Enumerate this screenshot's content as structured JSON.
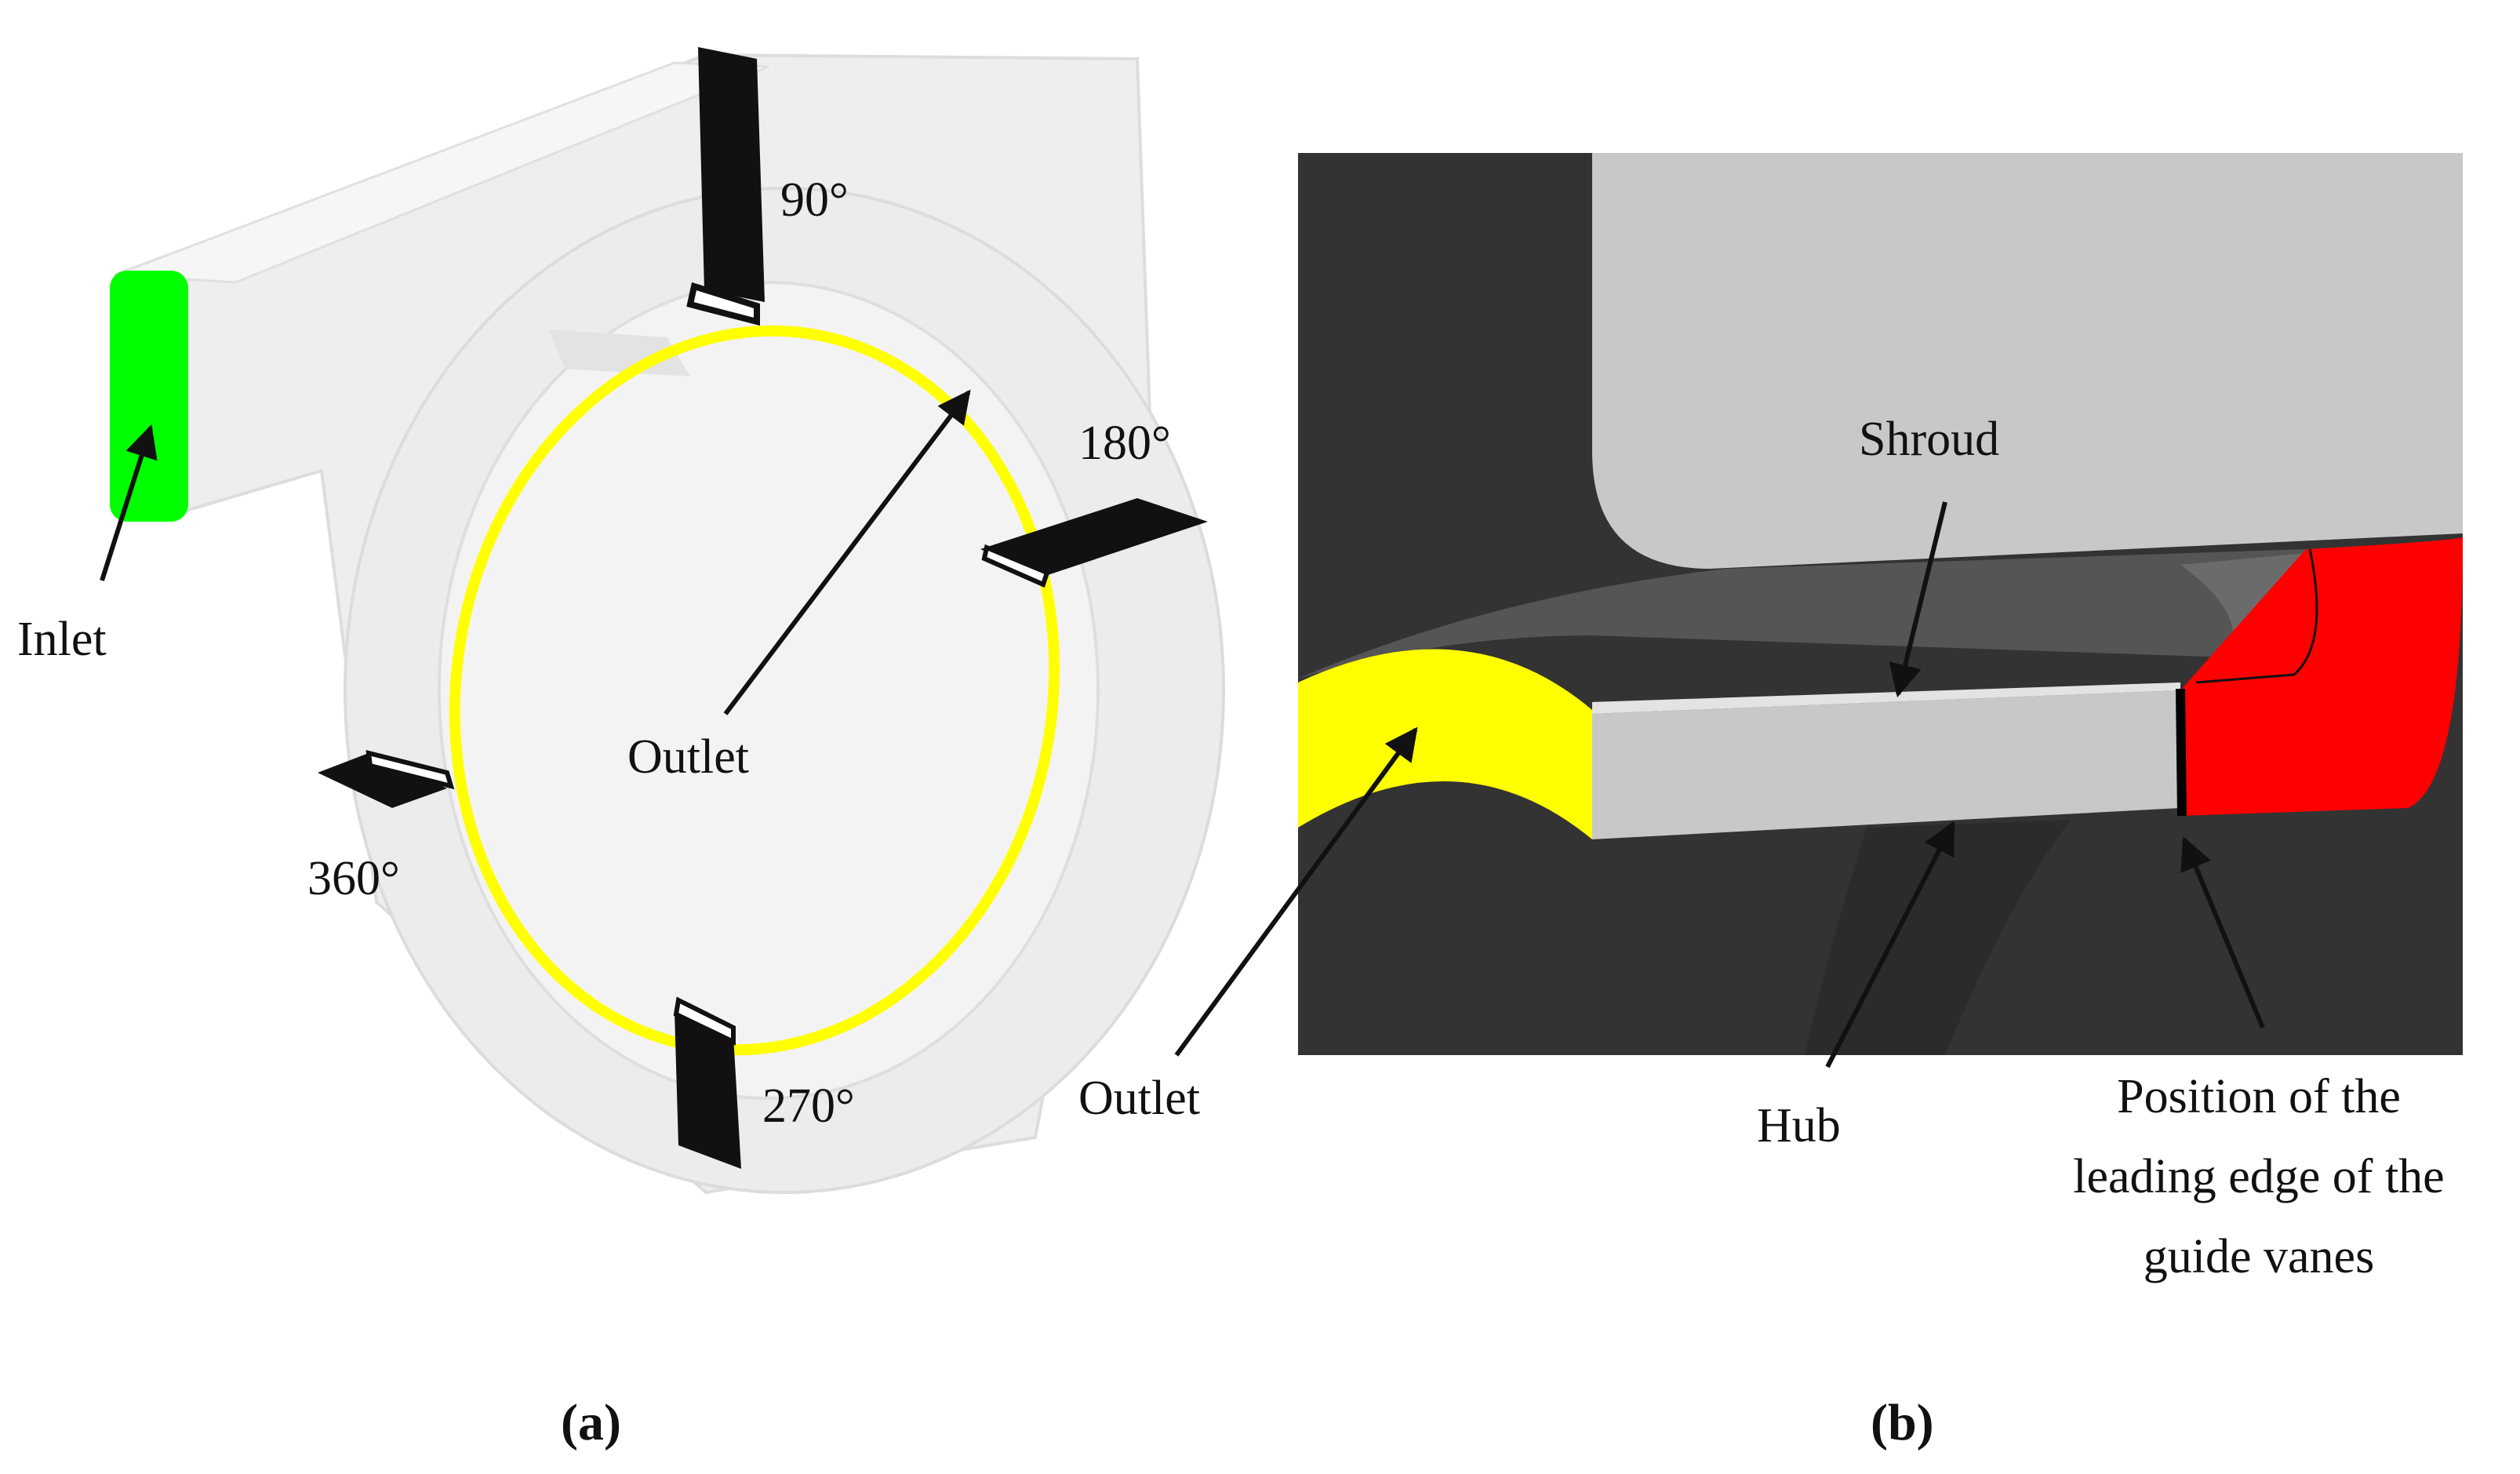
{
  "panel_a": {
    "caption": "(a)",
    "labels": {
      "inlet": "Inlet",
      "outlet": "Outlet",
      "angle_90": "90°",
      "angle_180": "180°",
      "angle_270": "270°",
      "angle_360": "360°"
    },
    "colors": {
      "inlet": "#00ff00",
      "outlet": "#ffff00",
      "monitor_planes": "#111111",
      "casing": "#e9e9e9"
    }
  },
  "panel_b": {
    "caption": "(b)",
    "labels": {
      "shroud": "Shroud",
      "hub": "Hub",
      "outlet": "Outlet",
      "leading_edge_line1": "Position of the",
      "leading_edge_line2": "leading edge of the",
      "leading_edge_line3": "guide vanes"
    },
    "colors": {
      "outlet": "#ffff00",
      "guide_vane_region": "#ff0000",
      "wall_dark": "#333333",
      "surface_light": "#c8c8c8"
    }
  }
}
